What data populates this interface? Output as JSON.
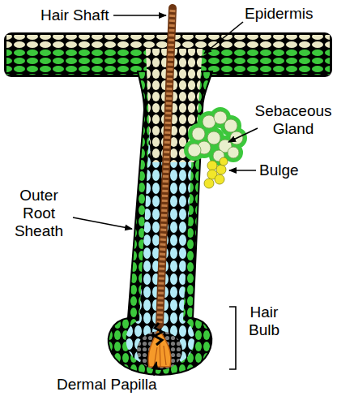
{
  "diagram": {
    "labels": [
      "Hair Shaft",
      "Epidermis",
      "Sebaceous Gland",
      "Bulge",
      "Outer Root Sheath",
      "Hair Bulb",
      "Dermal Papilla"
    ]
  }
}
